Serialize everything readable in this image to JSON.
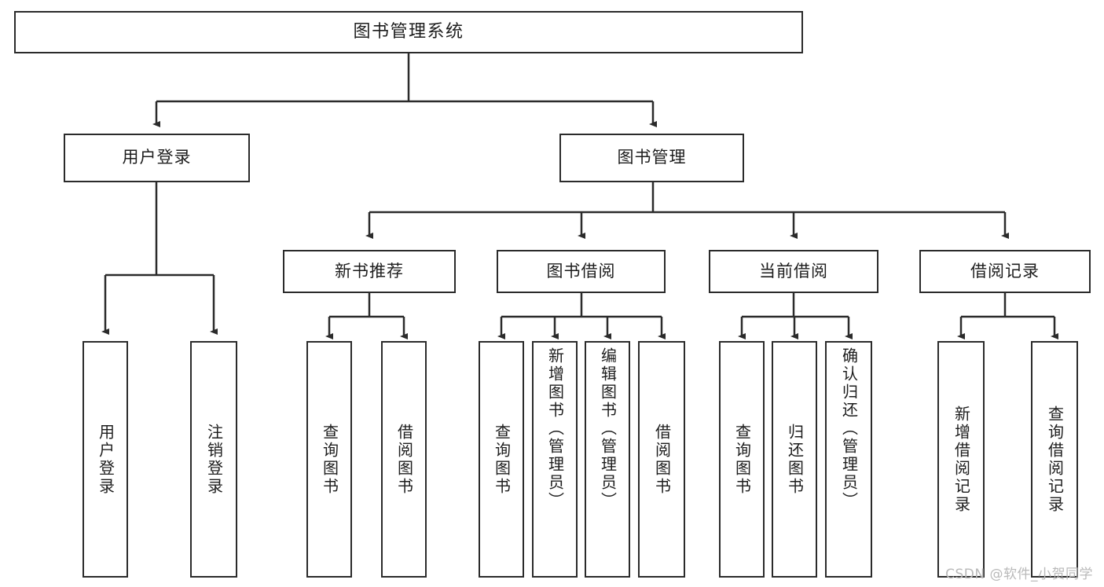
{
  "diagram": {
    "title": "图书管理系统",
    "type": "tree-hierarchy",
    "root": {
      "label": "图书管理系统"
    },
    "level1": [
      {
        "label": "用户登录"
      },
      {
        "label": "图书管理"
      }
    ],
    "level2": [
      {
        "label": "新书推荐"
      },
      {
        "label": "图书借阅"
      },
      {
        "label": "当前借阅"
      },
      {
        "label": "借阅记录"
      }
    ],
    "leaves": {
      "user_login": [
        {
          "label": "用户登录"
        },
        {
          "label": "注销登录"
        }
      ],
      "new_book_recommend": [
        {
          "label": "查询图书"
        },
        {
          "label": "借阅图书"
        }
      ],
      "book_borrow": [
        {
          "label": "查询图书"
        },
        {
          "label": "新增图书（管理员）"
        },
        {
          "label": "编辑图书（管理员）"
        },
        {
          "label": "借阅图书"
        }
      ],
      "current_borrow": [
        {
          "label": "查询图书"
        },
        {
          "label": "归还图书"
        },
        {
          "label": "确认归还（管理员）"
        }
      ],
      "borrow_record": [
        {
          "label": "新增借阅记录"
        },
        {
          "label": "查询借阅记录"
        }
      ]
    }
  },
  "watermark": {
    "text": "CSDN @软件_小贺同学"
  },
  "colors": {
    "stroke": "#2b2b2b",
    "background": "#ffffff",
    "text": "#1d1d1d",
    "watermark": "#b9b9b9"
  }
}
